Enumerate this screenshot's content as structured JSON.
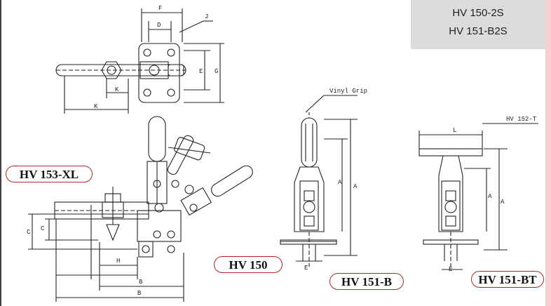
{
  "header": {
    "models": [
      "HV 150-2S",
      "HV 151-B2S"
    ]
  },
  "tags": {
    "hv153xl": "HV 153-XL",
    "hv150": "HV 150",
    "hv151b": "HV 151-B",
    "hv151bt": "HV 151-BT"
  },
  "dimension_labels": {
    "F": "F",
    "D": "D",
    "J": "J",
    "E": "E",
    "G": "G",
    "K": "K",
    "C": "C",
    "H": "H",
    "B": "B",
    "A": "A",
    "L": "L"
  },
  "callouts": {
    "vinyl_grip": "Vinyl Grip",
    "hv152t": "HV 152-T"
  },
  "colors": {
    "tag_border": "#b02828",
    "header_bg": "#dcdcdc",
    "accent_bar": "#f6d0d0",
    "line": "#222222"
  }
}
